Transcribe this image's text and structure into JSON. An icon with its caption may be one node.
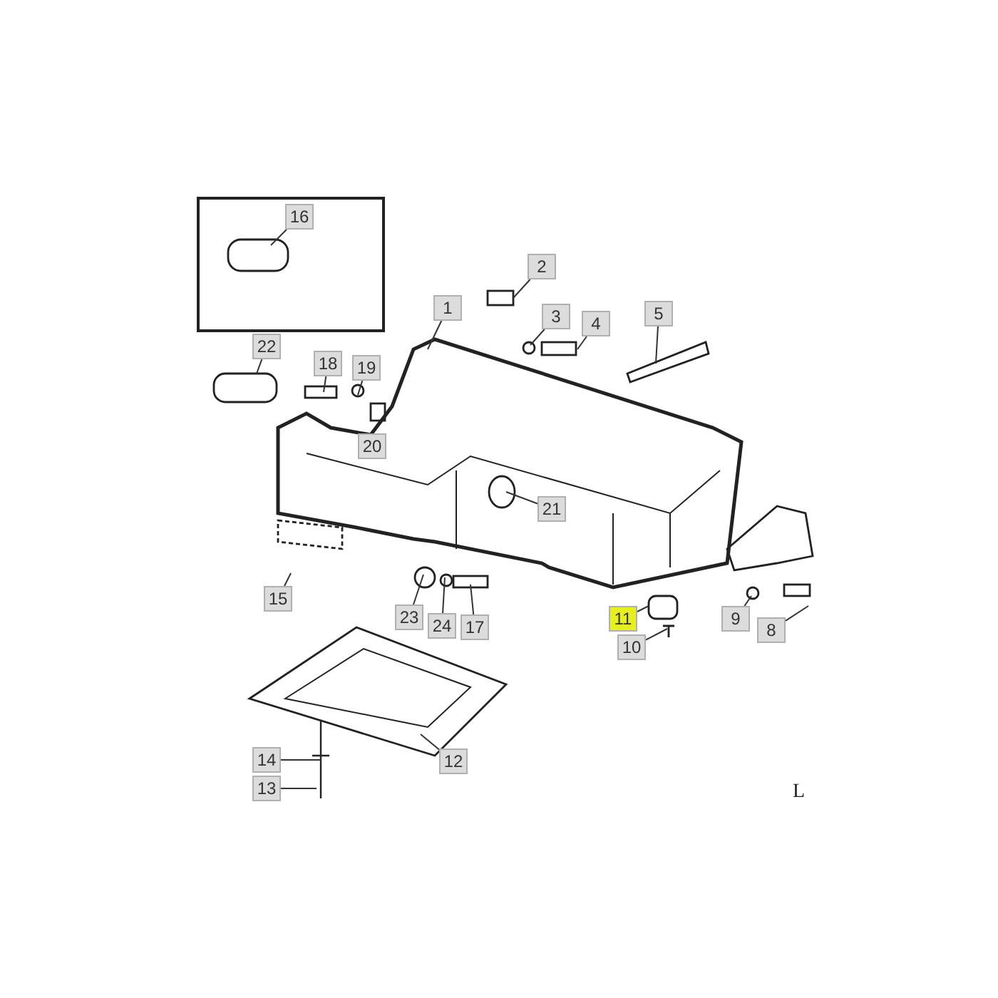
{
  "diagram": {
    "nodes": [
      {
        "text": [],
        "shape": "box"
      },
      {
        "text": [
          "16"
        ],
        "in": 0
      },
      {
        "text": [
          "2"
        ]
      },
      {
        "text": [
          "1"
        ]
      },
      {
        "text": [
          "3"
        ]
      },
      {
        "text": [
          "4"
        ]
      },
      {
        "text": [
          "5"
        ]
      },
      {
        "text": [
          "22"
        ]
      },
      {
        "text": [
          "18"
        ]
      },
      {
        "text": [
          "19"
        ]
      },
      {
        "text": [
          "20"
        ]
      },
      {
        "text": [
          "21"
        ]
      },
      {
        "text": [
          "15"
        ]
      },
      {
        "text": [
          "23"
        ]
      },
      {
        "text": [
          "24"
        ]
      },
      {
        "text": [
          "17"
        ]
      },
      {
        "text": [
          "11"
        ]
      },
      {
        "text": [
          "10"
        ]
      },
      {
        "text": [
          "9"
        ]
      },
      {
        "text": [
          "8"
        ]
      },
      {
        "text": [
          "12"
        ]
      },
      {
        "text": [
          "14"
        ]
      },
      {
        "text": [
          "13"
        ]
      }
    ],
    "edges": [
      {
        "from": 1,
        "to": null,
        "arrow": "none"
      },
      {
        "from": 2,
        "to": null,
        "arrow": "none"
      },
      {
        "from": 3,
        "to": null,
        "arrow": "none"
      },
      {
        "from": 4,
        "to": null,
        "arrow": "none"
      },
      {
        "from": 5,
        "to": null,
        "arrow": "none"
      },
      {
        "from": 6,
        "to": null,
        "arrow": "none"
      },
      {
        "from": 7,
        "to": null,
        "arrow": "none"
      },
      {
        "from": 8,
        "to": null,
        "arrow": "none"
      },
      {
        "from": 9,
        "to": null,
        "arrow": "none"
      },
      {
        "from": 11,
        "to": null,
        "arrow": "none"
      },
      {
        "from": 12,
        "to": null,
        "arrow": "none"
      },
      {
        "from": 13,
        "to": null,
        "arrow": "none"
      },
      {
        "from": 14,
        "to": null,
        "arrow": "none"
      },
      {
        "from": 15,
        "to": null,
        "arrow": "none"
      },
      {
        "from": 16,
        "to": null,
        "arrow": "none"
      },
      {
        "from": 17,
        "to": null,
        "arrow": "none"
      },
      {
        "from": 18,
        "to": null,
        "arrow": "none"
      },
      {
        "from": 19,
        "to": null,
        "arrow": "none"
      },
      {
        "from": 20,
        "to": null,
        "arrow": "none"
      },
      {
        "from": 21,
        "to": null,
        "arrow": "none"
      },
      {
        "from": 22,
        "to": null,
        "arrow": "none"
      }
    ],
    "labels": [
      "L"
    ]
  }
}
